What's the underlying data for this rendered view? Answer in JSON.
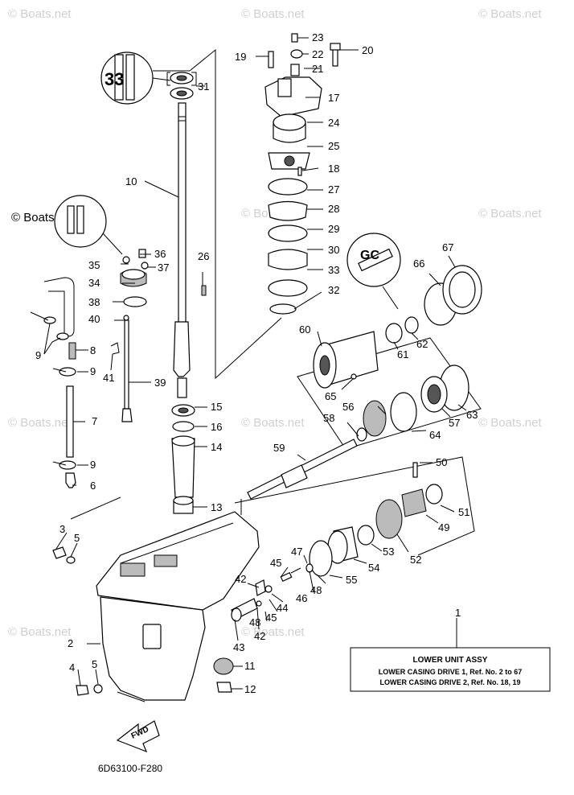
{
  "watermarks": [
    "© Boats.net",
    "© Boats.net",
    "© Boats.net",
    "© Boats.net",
    "© Boats.net",
    "© Boats.net",
    "© Boats.net",
    "© Boats.net",
    "© Boats.net",
    "© Boats.net"
  ],
  "callouts": [
    "1",
    "2",
    "3",
    "4",
    "5",
    "5",
    "6",
    "7",
    "8",
    "9",
    "9",
    "9",
    "10",
    "11",
    "12",
    "13",
    "14",
    "15",
    "16",
    "17",
    "18",
    "19",
    "20",
    "21",
    "22",
    "23",
    "24",
    "25",
    "26",
    "27",
    "28",
    "29",
    "30",
    "31",
    "32",
    "33",
    "34",
    "35",
    "36",
    "37",
    "38",
    "39",
    "40",
    "41",
    "42",
    "42",
    "43",
    "44",
    "45",
    "45",
    "46",
    "47",
    "48",
    "48",
    "49",
    "50",
    "51",
    "52",
    "53",
    "54",
    "55",
    "56",
    "57",
    "58",
    "59",
    "60",
    "61",
    "62",
    "63",
    "64",
    "65",
    "66",
    "67"
  ],
  "info_box": {
    "title": "LOWER UNIT ASSY",
    "line1": "LOWER CASING DRIVE 1, Ref. No. 2 to 67",
    "line2": "LOWER CASING DRIVE 2, Ref. No. 18, 19"
  },
  "fwd_label": "FWD",
  "diagram_code": "6D63100-F280"
}
